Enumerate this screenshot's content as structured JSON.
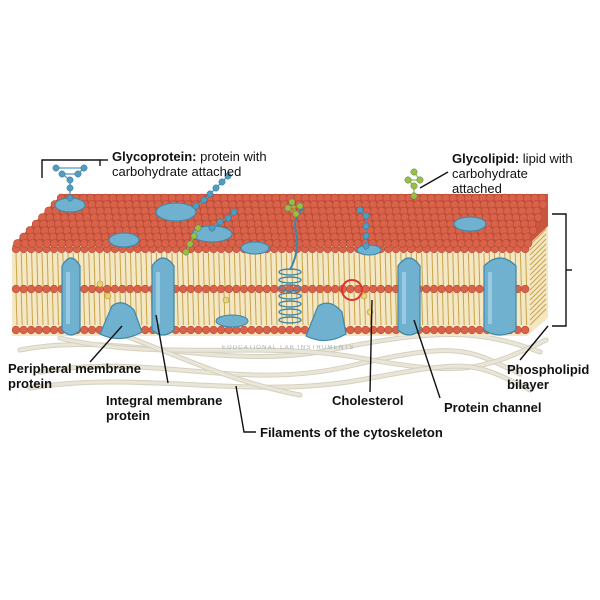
{
  "labels": {
    "glycoprotein": {
      "term": "Glycoprotein:",
      "line1": "protein with",
      "line2": "carbohydrate attached"
    },
    "glycolipid": {
      "term": "Glycolipid:",
      "line1": "lipid with",
      "line2": "carbohydrate",
      "line3": "attached"
    },
    "peripheral": {
      "line1": "Peripheral membrane",
      "line2": "protein"
    },
    "integral": {
      "line1": "Integral membrane",
      "line2": "protein"
    },
    "filaments": "Filaments of the cytoskeleton",
    "cholesterol": "Cholesterol",
    "channel": "Protein channel",
    "bilayer": {
      "line1": "Phospholipid",
      "line2": "bilayer"
    }
  },
  "watermark": "EDUCATIONAL LAB INSTRUMENTS",
  "colors": {
    "head": "#d9634a",
    "head_dark": "#b84a35",
    "tail": "#c9a34a",
    "protein": "#6fb1cf",
    "protein_dark": "#3f86a8",
    "glyco_blue": "#4f9cc4",
    "glyco_green": "#9bbf3c",
    "cholesterol": "#e8d27a",
    "filament": "#e9e6d8"
  }
}
